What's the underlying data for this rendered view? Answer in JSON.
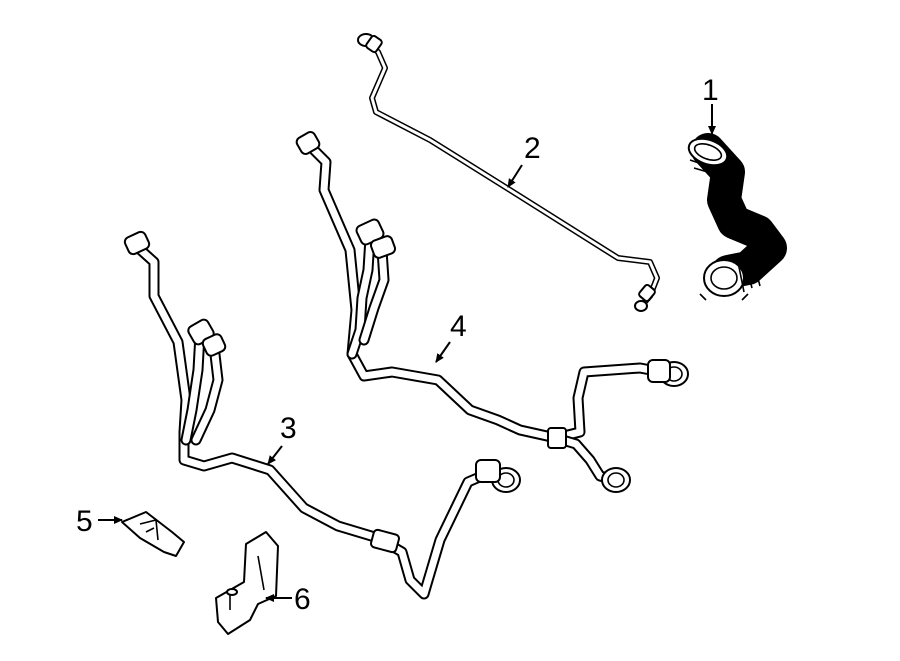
{
  "callouts": [
    {
      "id": "callout-1",
      "label": "1"
    },
    {
      "id": "callout-2",
      "label": "2"
    },
    {
      "id": "callout-3",
      "label": "3"
    },
    {
      "id": "callout-4",
      "label": "4"
    },
    {
      "id": "callout-5",
      "label": "5"
    },
    {
      "id": "callout-6",
      "label": "6"
    }
  ],
  "colors": {
    "line": "#000000",
    "background": "#ffffff"
  }
}
